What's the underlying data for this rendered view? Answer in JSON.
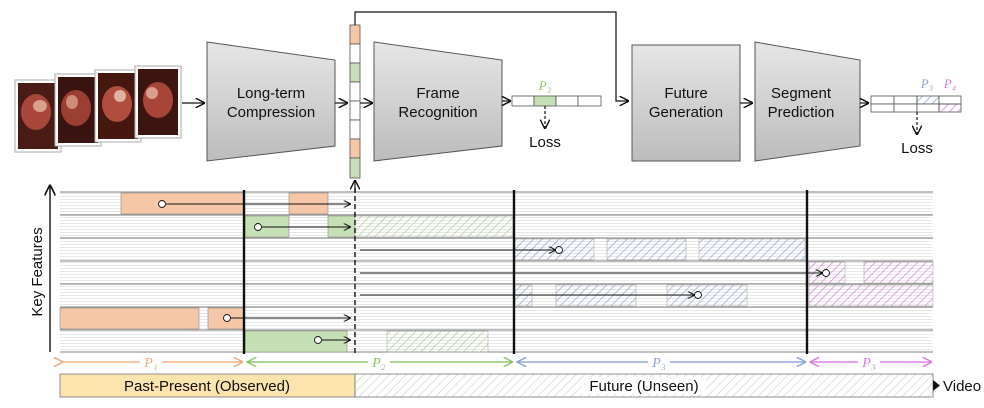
{
  "modules": {
    "compression": [
      "Long-term",
      "Compression"
    ],
    "recognition": [
      "Frame",
      "Recognition"
    ],
    "generation": [
      "Future",
      "Generation"
    ],
    "segment": [
      "Segment",
      "Prediction"
    ]
  },
  "outputs": {
    "p2": "P₂",
    "p3": "P₃",
    "p4": "P₄",
    "loss_left": "Loss",
    "loss_right": "Loss"
  },
  "timeline": {
    "y_label": "Key Features",
    "phase_labels": [
      "P₁",
      "P₂",
      "P₃",
      "P₃"
    ],
    "observed": "Past-Present (Observed)",
    "future": "Future (Unseen)",
    "axis_label": "Video"
  },
  "colors": {
    "p1": "#f6c7a6",
    "p2": "#c6e0b5",
    "p3": "#9fb3dc",
    "p4": "#e59be6",
    "module": "#d2d2d2",
    "observed": "#fde3ad"
  }
}
